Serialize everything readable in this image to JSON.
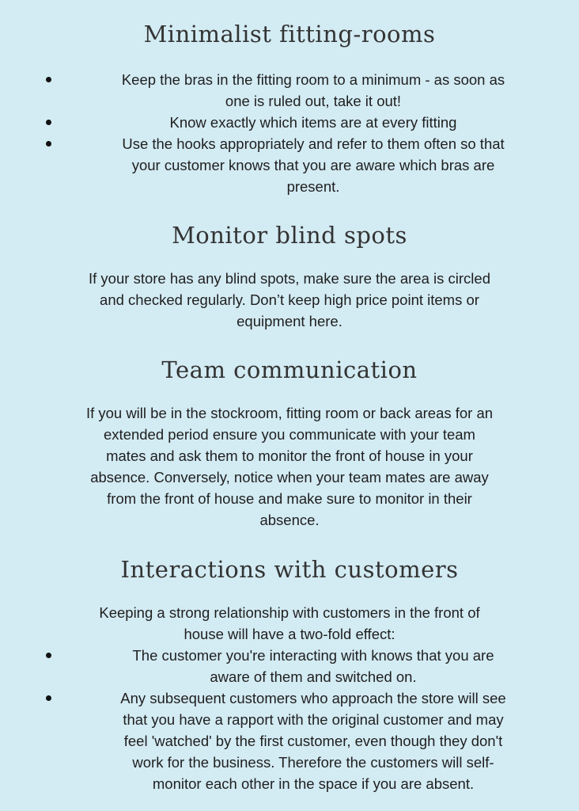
{
  "sections": [
    {
      "title": "Minimalist fitting-rooms",
      "bullets": [
        [
          "Keep the bras in the fitting room to a minimum - as soon as",
          "one is ruled out, take it out!"
        ],
        [
          "Know exactly which items are at every fitting"
        ],
        [
          "Use the hooks appropriately and refer to them often so that",
          "your customer knows that you are aware which bras are",
          "present."
        ]
      ]
    },
    {
      "title": "Monitor blind spots",
      "paragraph": [
        "If your store has any blind spots, make sure the area is circled",
        "and checked regularly. Don’t keep high price point items or",
        "equipment here."
      ]
    },
    {
      "title": "Team communication",
      "paragraph": [
        "If you will be in the stockroom, fitting room or back areas for an",
        "extended period ensure you communicate with your team",
        "mates and ask them to monitor the front of house in your",
        "absence. Conversely, notice when your team mates are away",
        "from the front of house and make sure to monitor in their",
        "absence."
      ]
    },
    {
      "title": "Interactions with customers",
      "paragraph": [
        "Keeping a strong relationship with customers in the front of",
        "house will have a two-fold effect:"
      ],
      "bullets": [
        [
          "The customer you're interacting with knows that you are",
          "aware of them and switched on."
        ],
        [
          "Any subsequent customers who approach the store will see",
          "that you have a rapport with the original customer and may",
          "feel 'watched' by the first customer, even though they don't",
          "work for the business. Therefore the customers will self-",
          "monitor each other in the space if you are absent."
        ]
      ]
    }
  ]
}
